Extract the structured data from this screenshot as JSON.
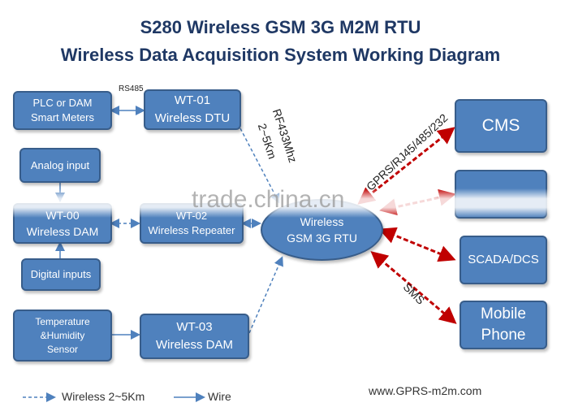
{
  "title": {
    "line1": "S280 Wireless GSM 3G M2M RTU",
    "line2": "Wireless Data Acquisition System Working Diagram"
  },
  "nodes": {
    "plc": {
      "line1": "PLC or DAM",
      "line2": "Smart Meters"
    },
    "wt01": {
      "line1": "WT-01",
      "line2": "Wireless  DTU"
    },
    "analog": {
      "label": "Analog input"
    },
    "wt00": {
      "line1": "WT-00",
      "line2": "Wireless  DAM"
    },
    "wt02": {
      "line1": "WT-02",
      "line2": "Wireless  Repeater"
    },
    "digital": {
      "label": "Digital inputs"
    },
    "temp": {
      "line1": "Temperature",
      "line2": "&Humidity",
      "line3": "Sensor"
    },
    "wt03": {
      "line1": "WT-03",
      "line2": "Wireless  DAM"
    },
    "rtu": {
      "line1": "Wireless",
      "line2": "GSM 3G RTU"
    },
    "cms": {
      "label": "CMS"
    },
    "hidden": {
      "label": ""
    },
    "scada": {
      "label": "SCADA/DCS"
    },
    "mobile": {
      "line1": "Mobile",
      "line2": "Phone"
    }
  },
  "labels": {
    "rs485": "RS485",
    "rf_line1": "RF433Mhz",
    "rf_line2": "2~5Km",
    "gprs": "GPRS/RJ45/485/232",
    "sms": "SMS"
  },
  "legend": {
    "wireless": "Wireless 2~5Km",
    "wire": "Wire"
  },
  "website": "www.GPRS-m2m.com",
  "watermark": "trade.china.cn",
  "colors": {
    "box_fill": "#4f81bd",
    "box_border": "#385d8a",
    "title": "#1f3864",
    "red_link": "#c00000",
    "blue_link": "#4f81bd"
  }
}
